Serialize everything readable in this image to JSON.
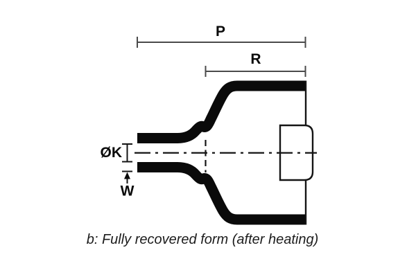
{
  "diagram": {
    "labels": {
      "overall_length": "P",
      "flare_length": "R",
      "inner_diameter": "ØK",
      "wall_thickness": "W"
    },
    "caption": "b: Fully recovered form (after heating)",
    "colors": {
      "shape": "#0a0a0a",
      "thin_outline": "#141414",
      "dimension_line": "#4a4a4a",
      "background": "#ffffff"
    }
  }
}
